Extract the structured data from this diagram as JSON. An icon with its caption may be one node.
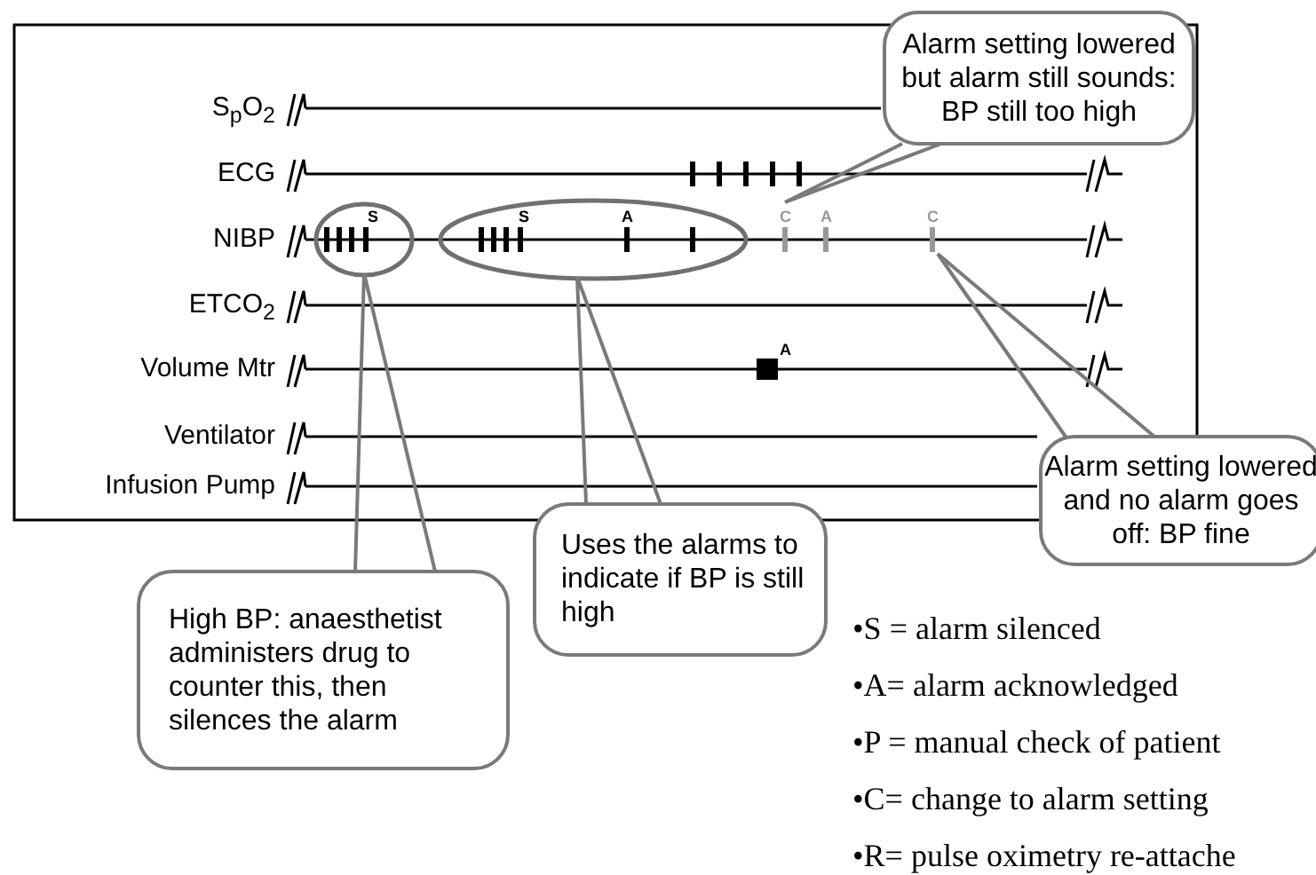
{
  "diagram": {
    "nodes": [
      {
        "text": [],
        "shape": "ellipse"
      },
      {
        "text": [],
        "shape": "ellipse"
      },
      {
        "text": [
          "High BP: anaesthetist administers drug to counter this, then silences the alarm"
        ]
      },
      {
        "text": [
          "Uses the alarms to indicate if BP is still high"
        ]
      },
      {
        "text": [
          "Alarm setting lowered but alarm still sounds: BP still too high"
        ]
      },
      {
        "text": [
          "Alarm setting lowered and no alarm goes off: BP fine"
        ]
      }
    ],
    "edges": [
      {
        "from": 2,
        "to": 0,
        "arrow": "none"
      },
      {
        "from": 3,
        "to": 1,
        "arrow": "none"
      },
      {
        "from": 4,
        "to": null,
        "arrow": "none"
      },
      {
        "from": 5,
        "to": null,
        "arrow": "none"
      }
    ],
    "labels": [
      "S$_{p}$O$_{2}$",
      "ECG",
      "NIBP",
      "ETCO$_{2}$",
      "Volume Mtr",
      "Ventilator",
      "Infusion Pump",
      "S",
      "S",
      "A",
      "C",
      "A",
      "C",
      "A",
      "•S = alarm silenced",
      "•A= alarm acknowledged",
      "•P = manual check of patient",
      "•C= change to alarm setting",
      "•R= pulse oximetry re-attache"
    ]
  }
}
